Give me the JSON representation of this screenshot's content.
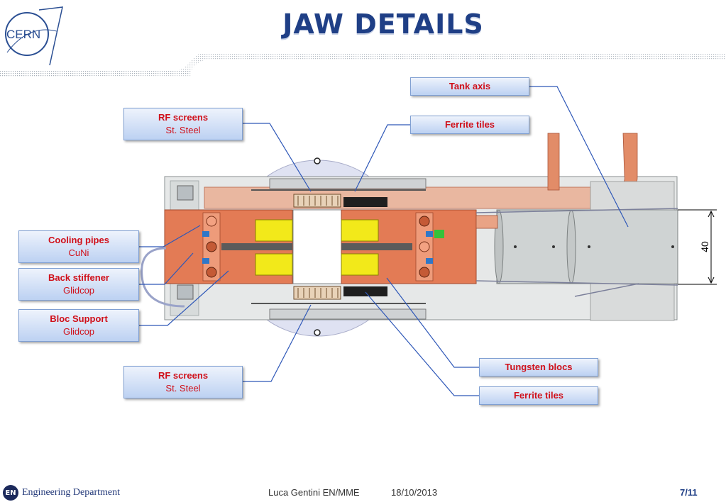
{
  "header": {
    "title": "JAW DETAILS",
    "logo_text": "CERN"
  },
  "callouts": {
    "tank_axis": {
      "line1": "Tank axis"
    },
    "rf_screens_top": {
      "line1": "RF screens",
      "line2": "St. Steel"
    },
    "ferrite_tiles_top": {
      "line1": "Ferrite tiles"
    },
    "cooling_pipes": {
      "line1": "Cooling pipes",
      "line2": "CuNi"
    },
    "back_stiffener": {
      "line1": "Back stiffener",
      "line2": "Glidcop"
    },
    "bloc_support": {
      "line1": "Bloc Support",
      "line2": "Glidcop"
    },
    "rf_screens_bottom": {
      "line1": "RF screens",
      "line2": "St. Steel"
    },
    "tungsten_blocs": {
      "line1": "Tungsten blocs"
    },
    "ferrite_tiles_bottom": {
      "line1": "Ferrite tiles"
    }
  },
  "diagram": {
    "dimension_label": "40"
  },
  "footer": {
    "badge": "EN",
    "department": "Engineering Department",
    "author": "Luca Gentini EN/MME",
    "date": "18/10/2013",
    "page": "7/11"
  },
  "colors": {
    "title": "#1f3f86",
    "callout_text": "#d0101a",
    "copper": "#e07a55",
    "tungsten": "#f1e81a",
    "tank": "#cfd3d4",
    "leader": "#2f58b8"
  }
}
